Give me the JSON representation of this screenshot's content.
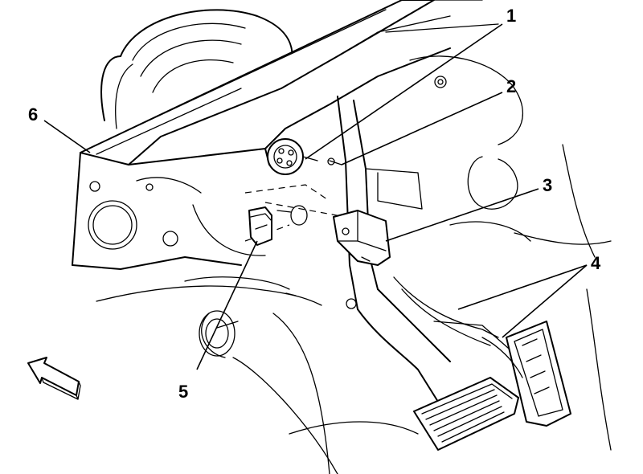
{
  "callouts": [
    {
      "id": "1",
      "label": "1"
    },
    {
      "id": "2",
      "label": "2"
    },
    {
      "id": "3",
      "label": "3"
    },
    {
      "id": "4",
      "label": "4"
    },
    {
      "id": "5",
      "label": "5"
    },
    {
      "id": "6",
      "label": "6"
    }
  ],
  "icons": {
    "direction_arrow": "forward-arrow-icon"
  }
}
